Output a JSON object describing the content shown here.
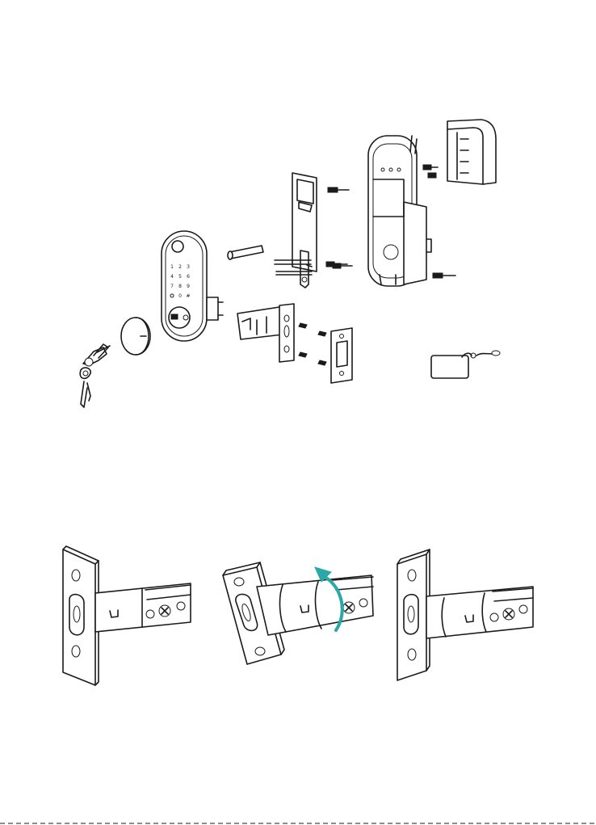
{
  "colors": {
    "line": "#1a1a1a",
    "background": "#ffffff",
    "arrow": "#2aa8a8"
  },
  "keypad": {
    "keys": [
      "1",
      "2",
      "3",
      "4",
      "5",
      "6",
      "7",
      "8",
      "9",
      "0",
      "#"
    ]
  },
  "icons": {
    "keys": "key-icon",
    "card": "rfid-card-icon",
    "rotate": "rotate-arrow-icon"
  }
}
